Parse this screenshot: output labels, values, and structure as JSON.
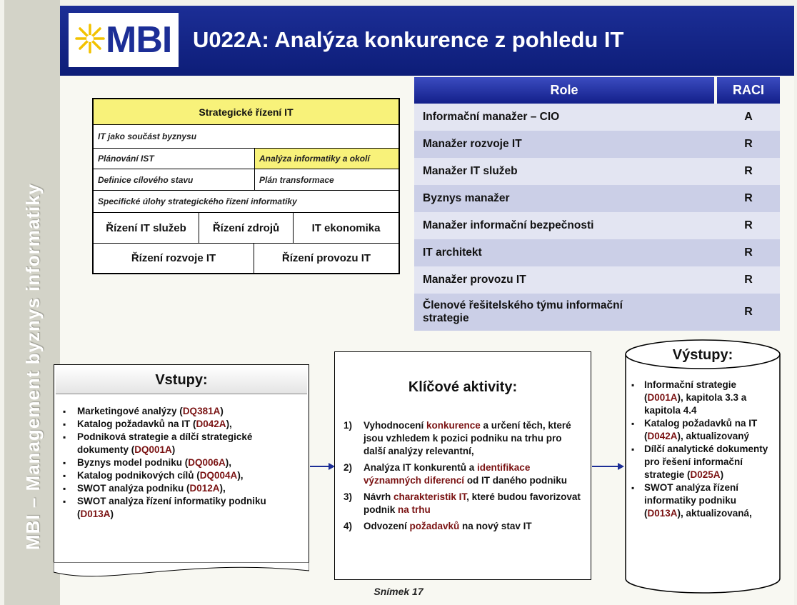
{
  "header": {
    "logo_text": "MBI",
    "title": "U022A: Analýza konkurence z pohledu IT"
  },
  "sidebar": {
    "vertical_text": "MBI – Management byznys informatiky"
  },
  "strategic_table": {
    "title": "Strategické řízení IT",
    "row1": "IT jako součást byznysu",
    "row2_left": "Plánování IST",
    "row2_right": "Analýza informatiky a okolí",
    "row3_left": "Definice cílového stavu",
    "row3_right": "Plán transformace",
    "row4": "Specifické úlohy strategického řízení informatiky",
    "row5": [
      "Řízení IT služeb",
      "Řízení  zdrojů",
      "IT ekonomika"
    ],
    "row6": [
      "Řízení rozvoje IT",
      "Řízení provozu IT"
    ]
  },
  "role_table": {
    "headers": {
      "role": "Role",
      "raci": "RACI"
    },
    "rows": [
      {
        "role": "Informační manažer – CIO",
        "raci": "A"
      },
      {
        "role": "Manažer rozvoje IT",
        "raci": "R"
      },
      {
        "role": "Manažer IT služeb",
        "raci": "R"
      },
      {
        "role": "Byznys manažer",
        "raci": "R"
      },
      {
        "role": "Manažer informační bezpečnosti",
        "raci": "R"
      },
      {
        "role": "IT architekt",
        "raci": "R"
      },
      {
        "role": "Manažer provozu IT",
        "raci": "R"
      },
      {
        "role": "Členové řešitelského týmu informační strategie",
        "raci": "R"
      }
    ]
  },
  "vstupy": {
    "title": "Vstupy:",
    "items": [
      {
        "text": "Marketingové analýzy (",
        "code": "DQ381A",
        "tail": ")"
      },
      {
        "text": "Katalog požadavků na IT (",
        "code": "D042A",
        "tail": "),"
      },
      {
        "text": "Podniková strategie a dílčí strategické dokumenty (",
        "code": "DQ001A",
        "tail": ")"
      },
      {
        "text": "Byznys model podniku (",
        "code": "DQ006A",
        "tail": "),"
      },
      {
        "text": "Katalog podnikových cílů (",
        "code": "DQ004A",
        "tail": "),"
      },
      {
        "text": "SWOT analýza podniku (",
        "code": "D012A",
        "tail": "),"
      },
      {
        "text": "SWOT analýza řízení informatiky podniku (",
        "code": "D013A",
        "tail": ")"
      }
    ]
  },
  "aktivity": {
    "title": "Klíčové aktivity:",
    "items": [
      {
        "num": "1)",
        "parts": [
          "Vyhodnocení ",
          "konkurence",
          " a určení těch, které jsou vzhledem k pozici podniku na trhu pro další analýzy relevantní,"
        ]
      },
      {
        "num": "2)",
        "parts": [
          "Analýza IT konkurentů a ",
          "identifikace významných diferencí",
          " od IT daného podniku"
        ]
      },
      {
        "num": "3)",
        "parts": [
          "Návrh ",
          "charakteristik IT",
          ", které budou favorizovat podnik ",
          "na trhu"
        ]
      },
      {
        "num": "4)",
        "parts": [
          "Odvození ",
          "požadavků",
          " na nový stav IT"
        ]
      }
    ]
  },
  "vystupy": {
    "title": "Výstupy:",
    "items": [
      {
        "text": "Informační strategie (",
        "code": "D001A",
        "tail": "), kapitola 3.3 a kapitola 4.4"
      },
      {
        "text": "Katalog požadavků na IT (",
        "code": "D042A",
        "tail": "), aktualizovaný"
      },
      {
        "text": "Dílčí analytické dokumenty pro řešení informační strategie (",
        "code": "D025A",
        "tail": ")"
      },
      {
        "text": "SWOT analýza řízení informatiky podniku (",
        "code": "D013A",
        "tail": "), aktualizovaná,"
      }
    ]
  },
  "footer": {
    "text": "Snímek  17"
  },
  "colors": {
    "header_blue": "#1c2e96",
    "highlight_yellow": "#f8f27a",
    "code_red": "#7a1212",
    "row_odd": "#e3e5f2",
    "row_even": "#cbcfe7"
  },
  "icons": {
    "logo": "sun-star-icon"
  }
}
